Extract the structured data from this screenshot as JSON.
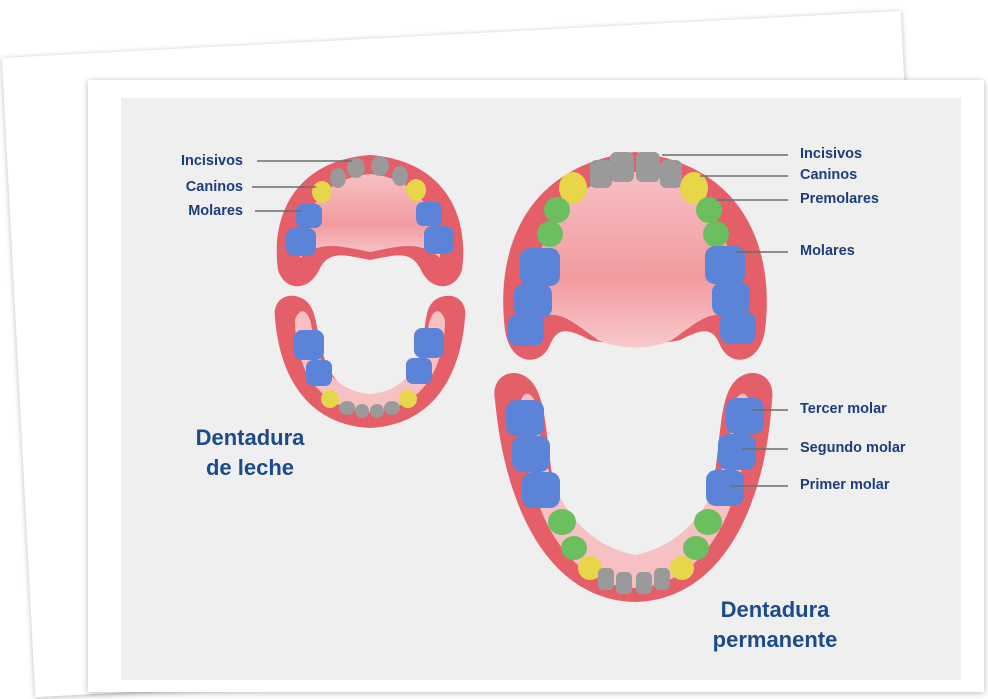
{
  "diagram": {
    "primary": {
      "title_line1": "Dentadura",
      "title_line2": "de leche",
      "labels": {
        "incisivos": "Incisivos",
        "caninos": "Caninos",
        "molares": "Molares"
      }
    },
    "permanent": {
      "title_line1": "Dentadura",
      "title_line2": "permanente",
      "labels": {
        "incisivos": "Incisivos",
        "caninos": "Caninos",
        "premolares": "Premolares",
        "molares": "Molares",
        "tercer_molar": "Tercer molar",
        "segundo_molar": "Segundo molar",
        "primer_molar": "Primer molar"
      }
    },
    "colors": {
      "incisor": "#9a9a9a",
      "canine": "#e8d64a",
      "premolar": "#6bbf5e",
      "molar": "#5b84d8",
      "gum": "#e2454f",
      "palate": "#f29ba0",
      "text": "#1c3d7a"
    }
  }
}
